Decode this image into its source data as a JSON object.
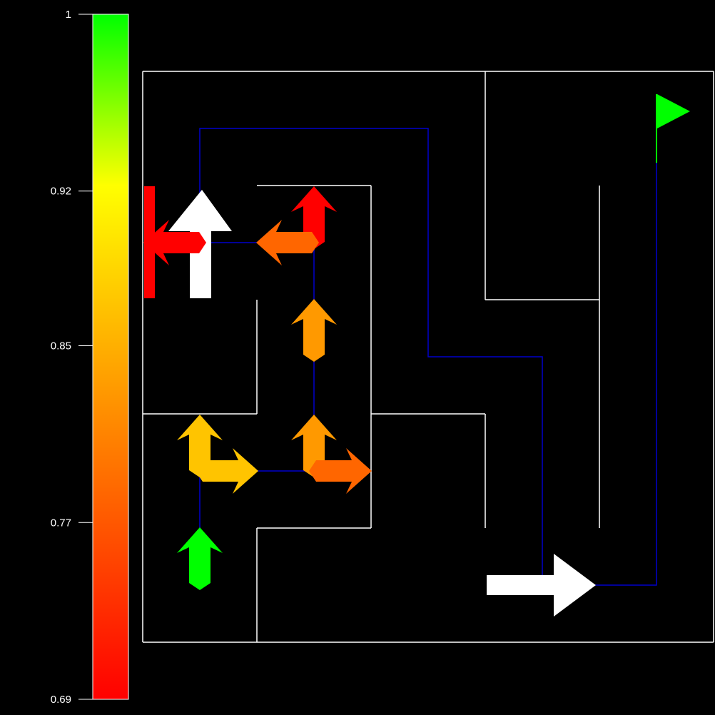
{
  "colorbar": {
    "ticks": [
      {
        "label": "1",
        "value": 1.0
      },
      {
        "label": "0.92",
        "value": 0.92
      },
      {
        "label": "0.85",
        "value": 0.85
      },
      {
        "label": "0.77",
        "value": 0.77
      },
      {
        "label": "0.69",
        "value": 0.69
      }
    ],
    "gradient_stops": [
      {
        "offset": 0.0,
        "color": "#00ff00"
      },
      {
        "offset": 0.25,
        "color": "#ffff00"
      },
      {
        "offset": 0.55,
        "color": "#ff9900"
      },
      {
        "offset": 1.0,
        "color": "#ff0000"
      }
    ]
  },
  "maze": {
    "wall_color": "#ffffff",
    "path_color": "#0000cc",
    "goal_flag_color": "#00ff00"
  },
  "policy_arrows": {
    "agent_marker_color": "#ffffff",
    "colors": {
      "red": "#ff0000",
      "red_orange": "#ff6600",
      "orange": "#ff9900",
      "amber": "#ffc400",
      "green": "#00ff00"
    }
  }
}
